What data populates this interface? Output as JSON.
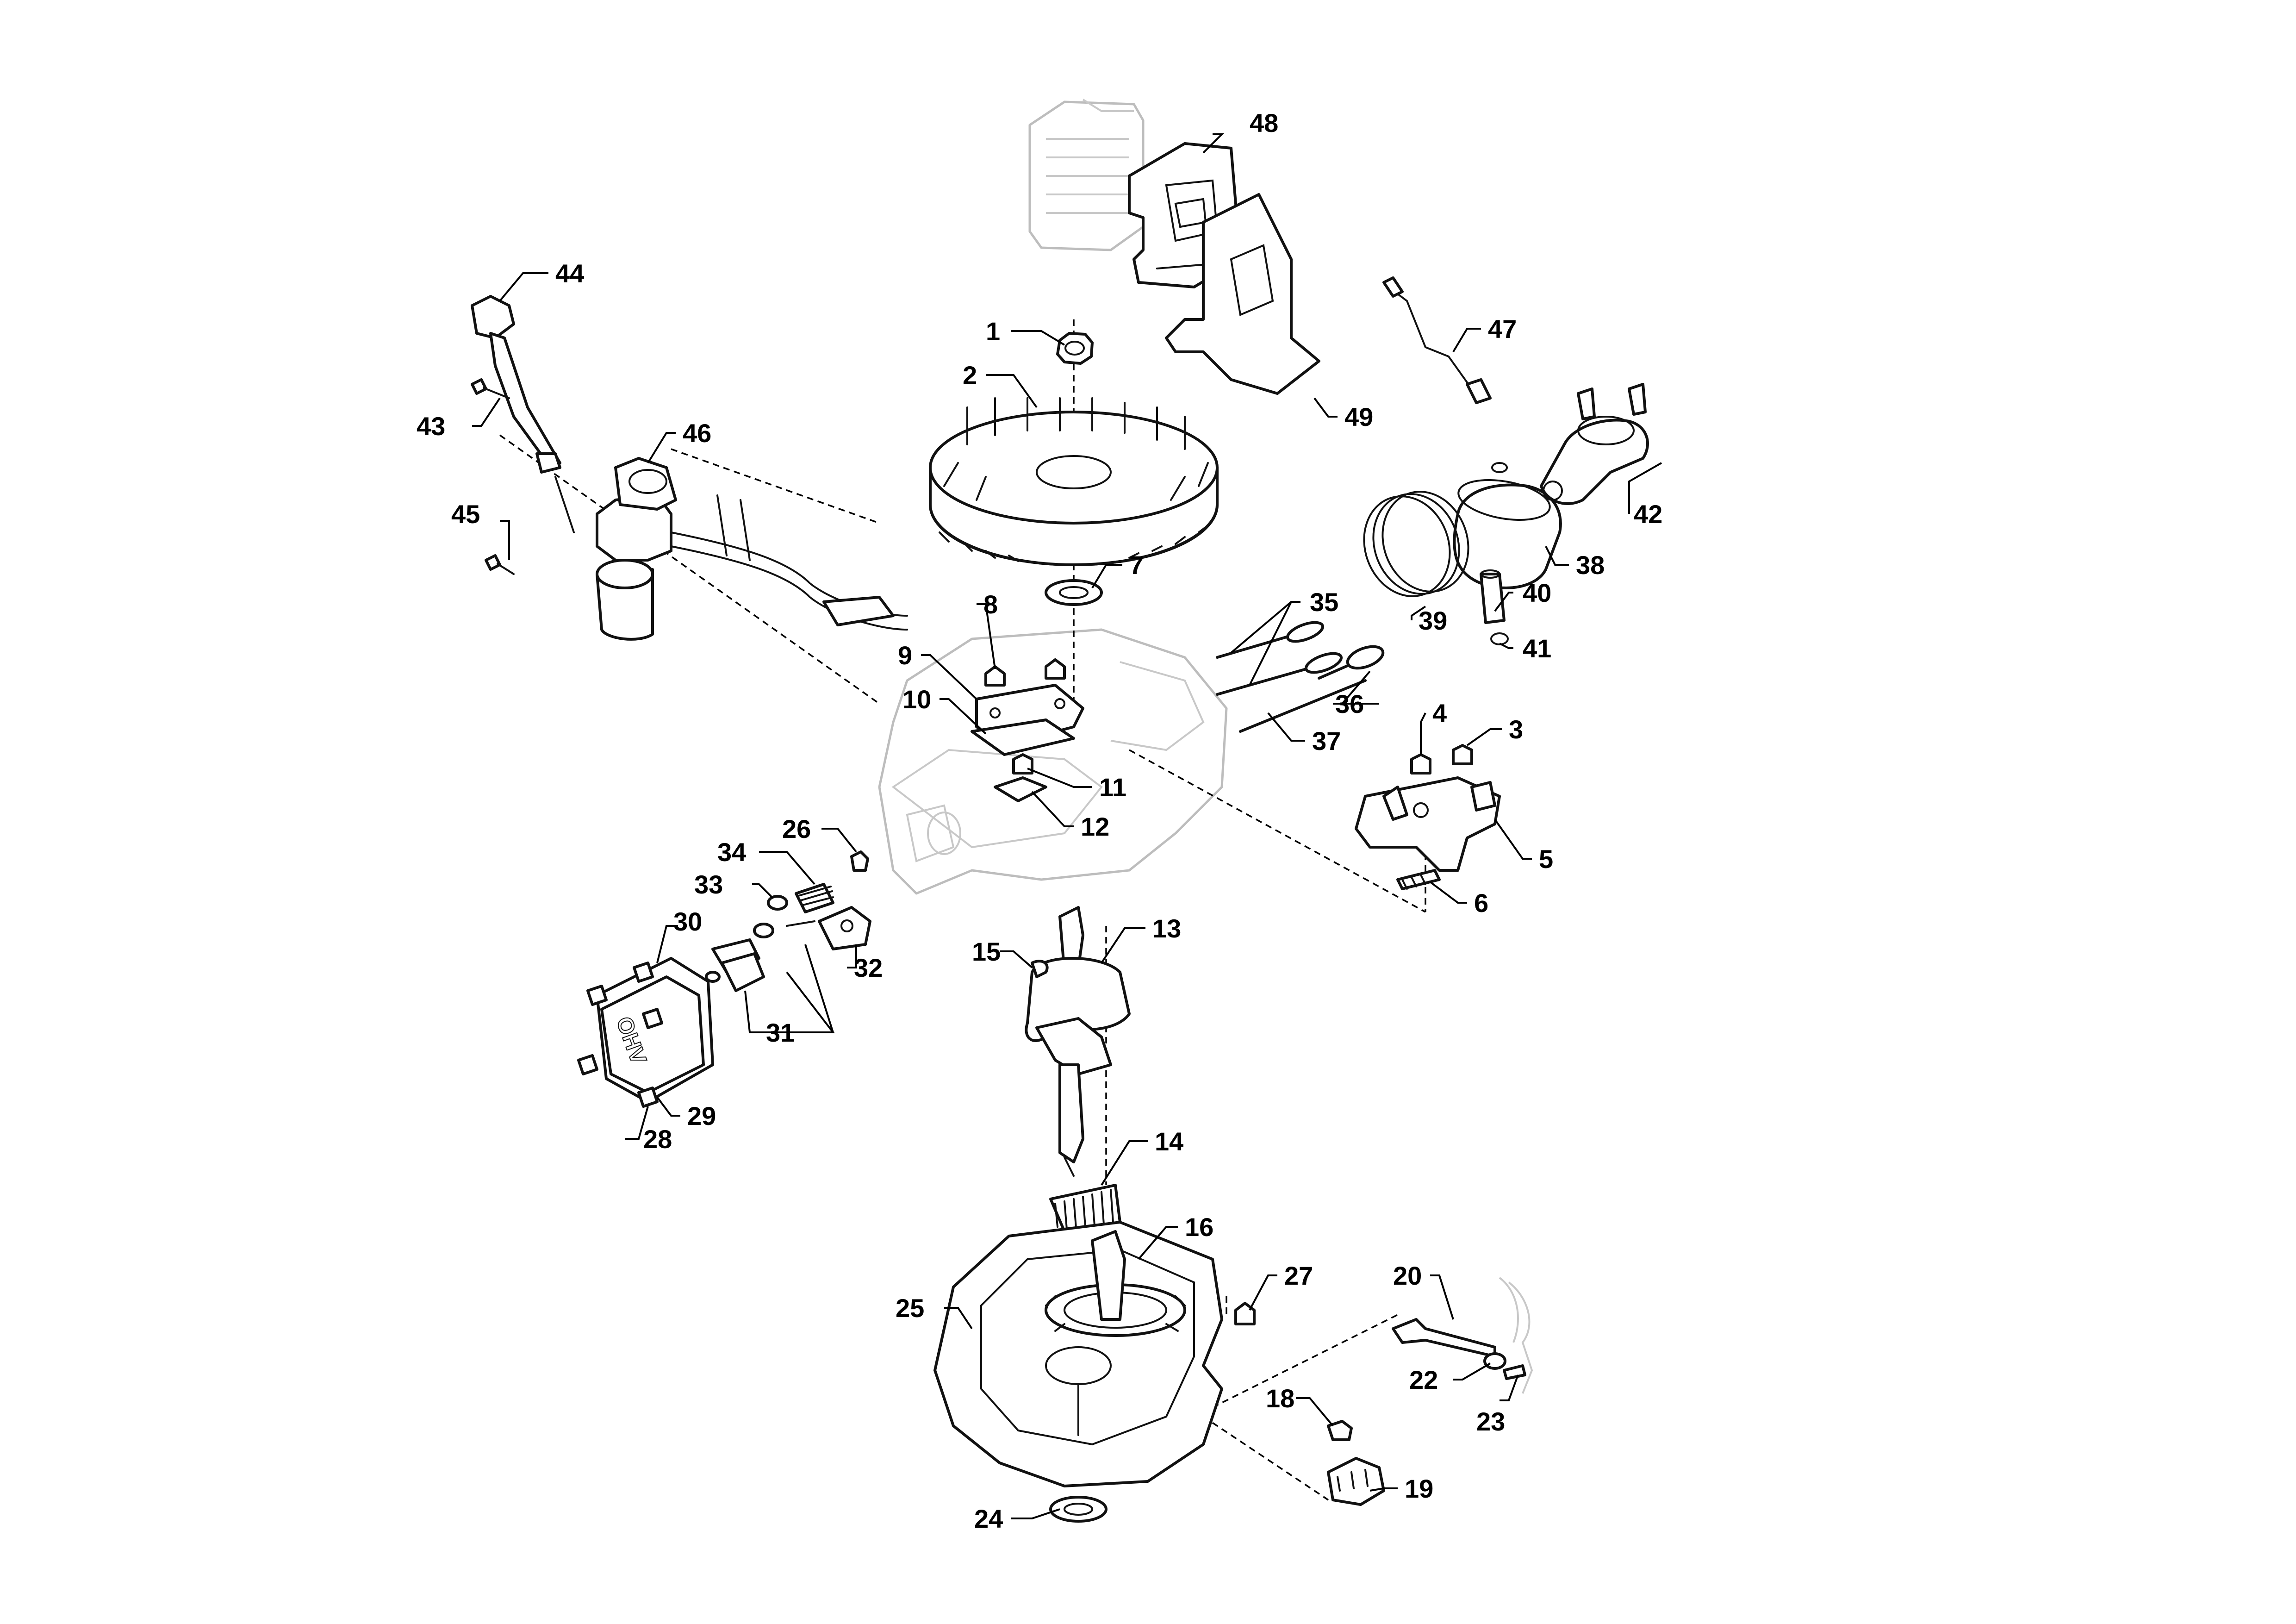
{
  "diagram": {
    "type": "exploded-parts-view",
    "callouts": [
      "1",
      "2",
      "3",
      "4",
      "5",
      "6",
      "7",
      "8",
      "9",
      "10",
      "11",
      "12",
      "13",
      "14",
      "15",
      "16",
      "18",
      "19",
      "20",
      "22",
      "23",
      "24",
      "25",
      "26",
      "27",
      "28",
      "29",
      "30",
      "31",
      "32",
      "33",
      "34",
      "35",
      "36",
      "37",
      "38",
      "39",
      "40",
      "41",
      "42",
      "43",
      "44",
      "45",
      "46",
      "47",
      "48",
      "49"
    ],
    "labels": {
      "valve_cover_text": "OHV"
    },
    "colors": {
      "line": "#111111",
      "ghost": "#bdbdbd",
      "background": "#ffffff"
    }
  }
}
